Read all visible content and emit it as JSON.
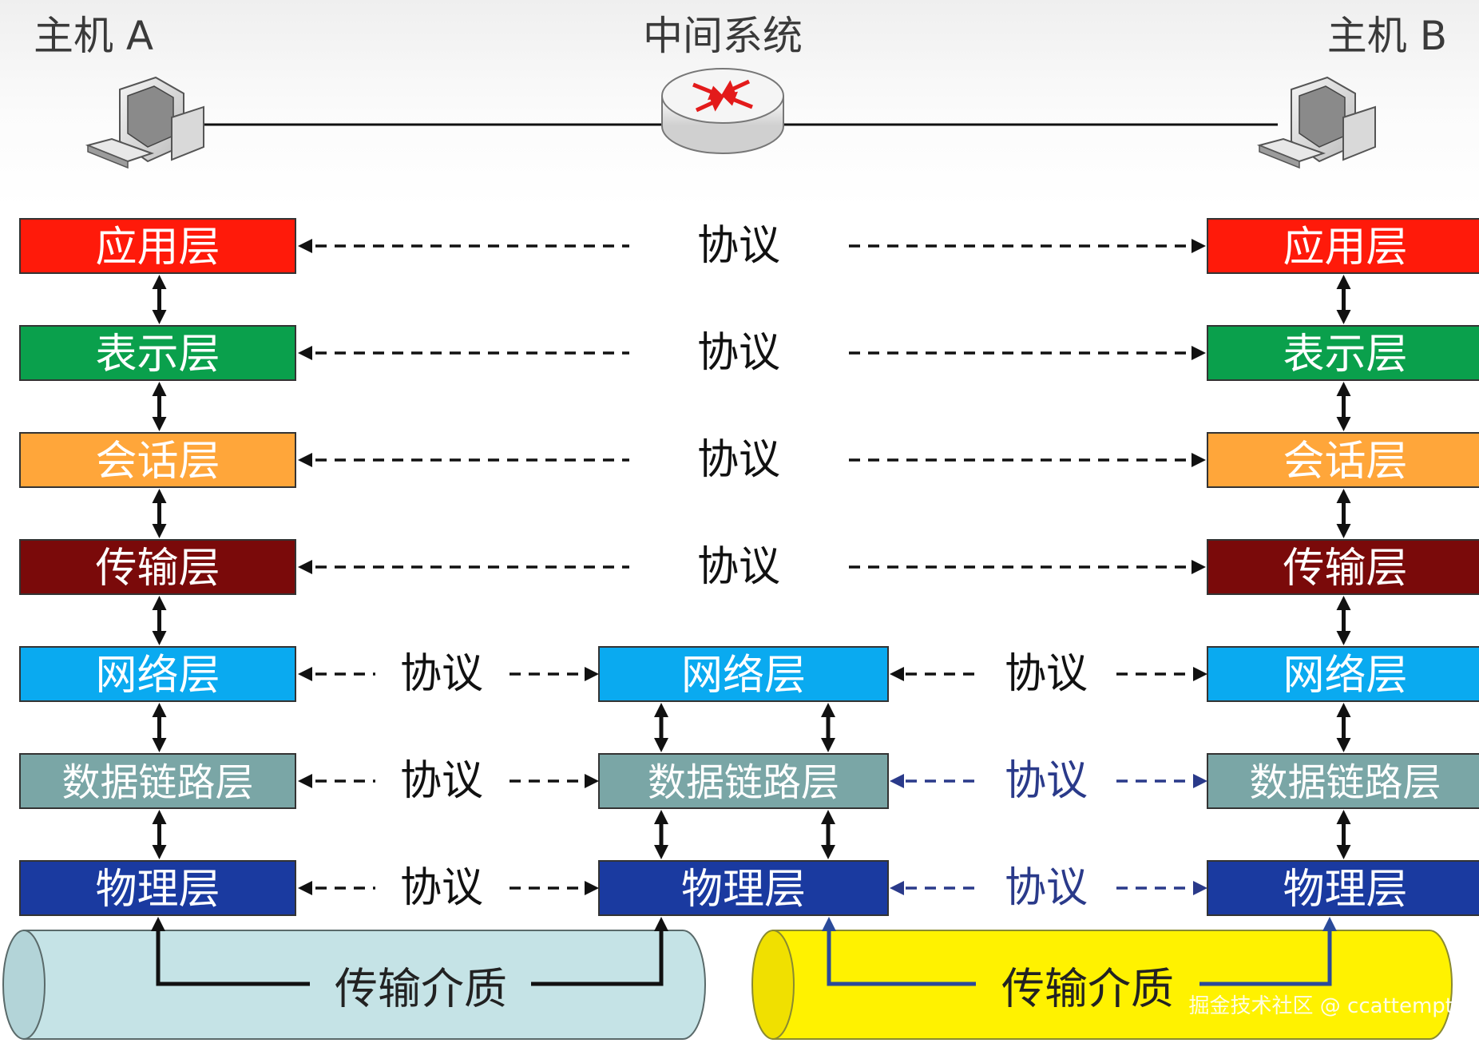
{
  "header": {
    "host_a": "主机 A",
    "middle": "中间系统",
    "host_b": "主机 B"
  },
  "icons": {
    "host_a": "computer-icon",
    "router": "router-icon",
    "host_b": "computer-icon"
  },
  "layers": [
    {
      "key": "application",
      "label": "应用层",
      "color": "#ff1a0a",
      "text_color": "#ffffff"
    },
    {
      "key": "presentation",
      "label": "表示层",
      "color": "#0aa04c",
      "text_color": "#ffffff"
    },
    {
      "key": "session",
      "label": "会话层",
      "color": "#ffa63a",
      "text_color": "#ffffff"
    },
    {
      "key": "transport",
      "label": "传输层",
      "color": "#7a0a0a",
      "text_color": "#ffffff"
    },
    {
      "key": "network",
      "label": "网络层",
      "color": "#0aaaf0",
      "text_color": "#ffffff"
    },
    {
      "key": "datalink",
      "label": "数据链路层",
      "color": "#7aa6a6",
      "text_color": "#ffffff"
    },
    {
      "key": "physical",
      "label": "物理层",
      "color": "#1a3aa0",
      "text_color": "#ffffff"
    }
  ],
  "middle_layers": [
    4,
    5,
    6
  ],
  "protocol_label": "协议",
  "protocol_rows": [
    {
      "layer": 0,
      "type": "end-to-end",
      "color": "#111111"
    },
    {
      "layer": 1,
      "type": "end-to-end",
      "color": "#111111"
    },
    {
      "layer": 2,
      "type": "end-to-end",
      "color": "#111111"
    },
    {
      "layer": 3,
      "type": "end-to-end",
      "color": "#111111"
    },
    {
      "layer": 4,
      "type": "hop",
      "left_color": "#111111",
      "right_color": "#111111"
    },
    {
      "layer": 5,
      "type": "hop",
      "left_color": "#111111",
      "right_color": "#2a3a8a"
    },
    {
      "layer": 6,
      "type": "hop",
      "left_color": "#111111",
      "right_color": "#2a3a8a"
    }
  ],
  "media": [
    {
      "label": "传输介质",
      "color": "#c5e3e6",
      "wire_color": "#111111"
    },
    {
      "label": "传输介质",
      "color": "#fff200",
      "wire_color": "#2a4a9a"
    }
  ],
  "watermark": "掘金技术社区 @ ccattempt"
}
